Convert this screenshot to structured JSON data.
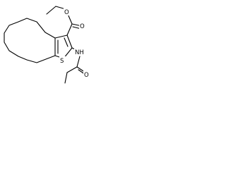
{
  "molecule": {
    "atom_labels": {
      "ester_carbonyl_oxygen": "O",
      "ester_ether_oxygen": "O",
      "ring_sulfur": "S",
      "amide_nitrogen": "NH",
      "amide_carbonyl_oxygen": "O"
    }
  },
  "colors": {
    "bond": "#000000",
    "label": "#000000",
    "background": "#ffffff"
  }
}
